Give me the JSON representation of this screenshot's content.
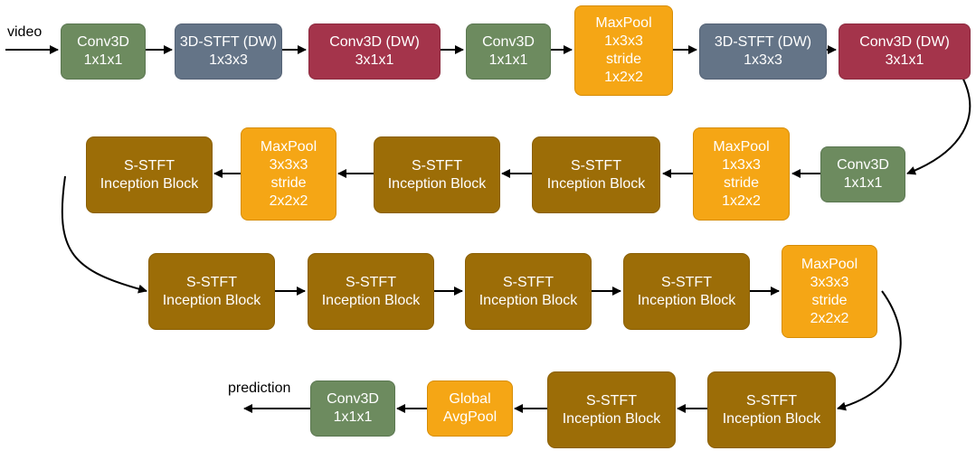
{
  "input_label": "video",
  "output_label": "prediction",
  "nodes": {
    "r1_conv_a": "Conv3D\n1x1x1",
    "r1_stft_a": "3D-STFT (DW)\n1x3x3",
    "r1_dw_a": "Conv3D (DW)\n3x1x1",
    "r1_conv_b": "Conv3D\n1x1x1",
    "r1_pool": "MaxPool\n1x3x3\nstride\n1x2x2",
    "r1_stft_b": "3D-STFT (DW)\n1x3x3",
    "r1_dw_b": "Conv3D (DW)\n3x1x1",
    "r2_conv": "Conv3D\n1x1x1",
    "r2_pool_a": "MaxPool\n1x3x3\nstride\n1x2x2",
    "r2_incep_a": "S-STFT\nInception Block",
    "r2_incep_b": "S-STFT\nInception Block",
    "r2_pool_b": "MaxPool\n3x3x3\nstride\n2x2x2",
    "r2_incep_c": "S-STFT\nInception Block",
    "r3_incep_a": "S-STFT\nInception Block",
    "r3_incep_b": "S-STFT\nInception Block",
    "r3_incep_c": "S-STFT\nInception Block",
    "r3_incep_d": "S-STFT\nInception Block",
    "r3_pool": "MaxPool\n3x3x3\nstride\n2x2x2",
    "r4_incep_a": "S-STFT\nInception Block",
    "r4_incep_b": "S-STFT\nInception Block",
    "r4_gap": "Global\nAvgPool",
    "r4_conv": "Conv3D\n1x1x1"
  },
  "colors": {
    "conv3d": "#6d8b5f",
    "stft_dw": "#647487",
    "conv3d_dw": "#a4344b",
    "maxpool": "#f5a615",
    "inception": "#9c6d07"
  }
}
